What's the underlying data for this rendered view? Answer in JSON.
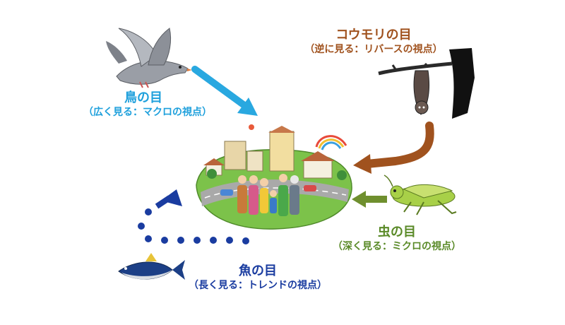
{
  "perspectives": {
    "bird": {
      "title": "鳥の目",
      "subtitle": "（広く見る：マクロの視点）",
      "color": "#1ea0dc"
    },
    "bat": {
      "title": "コウモリの目",
      "subtitle": "（逆に見る：リバースの視点）",
      "color": "#a0521e"
    },
    "bug": {
      "title": "虫の目",
      "subtitle": "（深く見る：ミクロの視点）",
      "color": "#5a8a28"
    },
    "fish": {
      "title": "魚の目",
      "subtitle": "（長く見る：トレンドの視点）",
      "color": "#1a3ca0"
    }
  },
  "colors": {
    "grass": "#7cc24a",
    "road": "#a9a9a9",
    "sky_bg": "#ffffff"
  }
}
